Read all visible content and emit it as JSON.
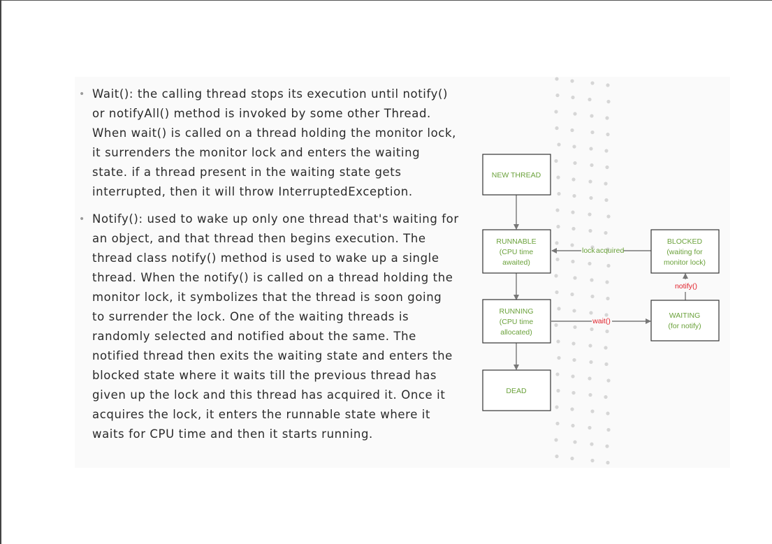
{
  "bullets": [
    {
      "lines": [
        "Wait(): the calling thread stops its execution until notify()",
        "or notifyAll() method is invoked by some other Thread.",
        "When wait() is called on a thread holding the monitor lock,",
        "it surrenders the monitor lock and enters the waiting",
        "state. if a thread present in the waiting state gets",
        "interrupted, then it will throw InterruptedException."
      ]
    },
    {
      "lines": [
        "Notify(): used to wake up only one thread that's waiting for",
        "an object, and that thread then begins execution. The",
        "thread class notify() method is used to wake up a single",
        "thread. When the notify() is called on a thread holding the",
        "monitor lock, it symbolizes that the thread is soon going",
        "to surrender the lock. One of the waiting threads is",
        "randomly selected and notified about the same. The",
        "notified thread then exits the waiting state and enters the",
        "blocked state where it waits till the previous thread has",
        "given up the lock and this thread has acquired it. Once it",
        "acquires the lock, it enters the runnable state where it",
        "waits for CPU time and then it starts running."
      ]
    }
  ],
  "diagram": {
    "nodes": {
      "new_thread": [
        "NEW THREAD"
      ],
      "runnable": [
        "RUNNABLE",
        "(CPU time",
        "awaited)"
      ],
      "running": [
        "RUNNING",
        "(CPU time",
        "allocated)"
      ],
      "dead": [
        "DEAD"
      ],
      "blocked": [
        "BLOCKED",
        "(waiting for",
        "monitor lock)"
      ],
      "waiting": [
        "WAITING",
        "(for notify)"
      ]
    },
    "edges": {
      "lock_acquired_a": "lock",
      "lock_acquired_b": "acquired",
      "wait": "wait()",
      "notify": "notify()"
    },
    "colors": {
      "label_green": "#6aa13a",
      "label_red": "#e0202a",
      "line_gray": "#777777",
      "box_border": "#333333"
    }
  }
}
